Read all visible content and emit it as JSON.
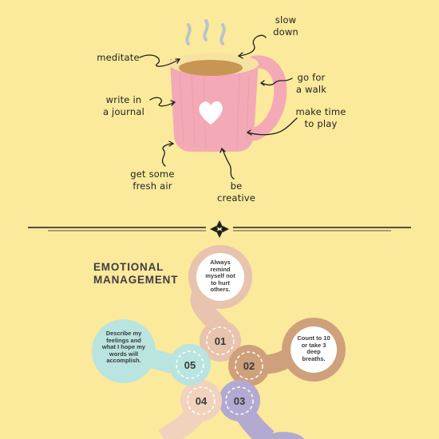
{
  "colors": {
    "background": "#fbe99c",
    "mug": "#f3a9b6",
    "coffee": "#c99553",
    "blob_01": "#e8c3ad",
    "blob_02": "#cfa07c",
    "blob_03": "#b3aad1",
    "blob_04": "#f1d3bd",
    "blob_05": "#b9e4df"
  },
  "mug_labels": {
    "meditate": "meditate",
    "slow_down": "slow\ndown",
    "write_journal": "write in\na journal",
    "go_walk": "go for\na walk",
    "make_time_play": "make time\nto play",
    "fresh_air": "get some\nfresh air",
    "be_creative": "be\ncreative"
  },
  "section": {
    "title": "EMOTIONAL\nMANAGEMENT"
  },
  "steps": [
    {
      "number": "01",
      "text": "Always\nremind\nmyself not\nto hurt\nothers."
    },
    {
      "number": "02",
      "text": "Count to 10\nor take 3\ndeep\nbreaths."
    },
    {
      "number": "03",
      "text": ""
    },
    {
      "number": "04",
      "text": ""
    },
    {
      "number": "05",
      "text": "Describe my\nfeelings and\nwhat I hope my\nwords will\naccomplish."
    }
  ]
}
